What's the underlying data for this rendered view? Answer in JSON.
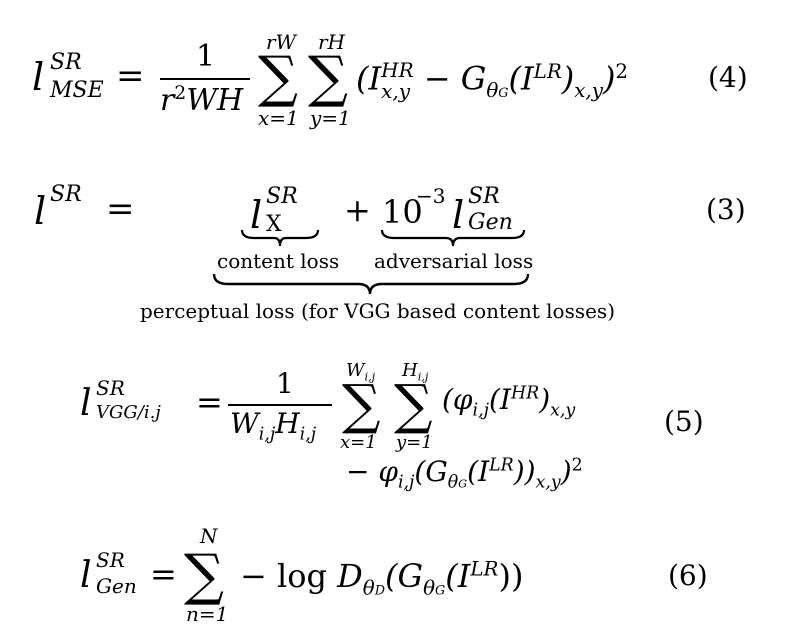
{
  "equations": {
    "mse": {
      "lhs_l": "l",
      "lhs_sup": "SR",
      "lhs_sub": "MSE",
      "eq": "=",
      "frac_num": "1",
      "frac_den_r": "r",
      "frac_den_pow": "2",
      "frac_den_rest": "WH",
      "sum1_top": "rW",
      "sum1_bot": "x=1",
      "sum2_top": "rH",
      "sum2_bot": "y=1",
      "body_open": "(I",
      "body_i_sup": "HR",
      "body_i_sub": "x,y",
      "body_minus": "− G",
      "body_g_sub": "θ",
      "body_g_subsub": "G",
      "body_arg": "(I",
      "body_arg_sup": "LR",
      "body_arg_close": ")",
      "body_arg_sub": "x,y",
      "body_close": ")",
      "body_pow": "2",
      "number": "(4)"
    },
    "perceptual": {
      "lhs_l": "l",
      "lhs_sup": "SR",
      "eq": "=",
      "term1_l": "l",
      "term1_sup": "SR",
      "term1_sub": "X",
      "plus": "+",
      "term2_coef": "10",
      "term2_exp": "−3",
      "term2_l": "l",
      "term2_sup": "SR",
      "term2_sub": "Gen",
      "number": "(3)",
      "label_content": "content loss",
      "label_adversarial": "adversarial loss",
      "label_perceptual": "perceptual loss (for VGG based content losses)"
    },
    "vgg": {
      "lhs_l": "l",
      "lhs_sup": "SR",
      "lhs_sub": "VGG/i.j",
      "eq": "=",
      "frac_num": "1",
      "frac_den": "W",
      "frac_den_sub1": "i,j",
      "frac_den_h": "H",
      "frac_den_sub2": "i,j",
      "sum1_top": "W",
      "sum1_top_sub": "i,j",
      "sum1_bot": "x=1",
      "sum2_top": "H",
      "sum2_top_sub": "i,j",
      "sum2_bot": "y=1",
      "line1_a": "(φ",
      "line1_a_sub": "i,j",
      "line1_b": "(I",
      "line1_b_sup": "HR",
      "line1_c": ")",
      "line1_c_sub": "x,y",
      "line2_a": "− φ",
      "line2_a_sub": "i,j",
      "line2_b": "(G",
      "line2_b_sub": "θ",
      "line2_b_subsub": "G",
      "line2_c": "(I",
      "line2_c_sup": "LR",
      "line2_d": "))",
      "line2_d_sub": "x,y",
      "line2_e": ")",
      "line2_e_sup": "2",
      "number": "(5)"
    },
    "gen": {
      "lhs_l": "l",
      "lhs_sup": "SR",
      "lhs_sub": "Gen",
      "eq": "=",
      "sum_top": "N",
      "sum_bot": "n=1",
      "body_minus": "−",
      "body_log": "log",
      "body_d": "D",
      "body_d_sub": "θ",
      "body_d_subsub": "D",
      "body_g": "(G",
      "body_g_sub": "θ",
      "body_g_subsub": "G",
      "body_arg": "(I",
      "body_arg_sup": "LR",
      "body_close": "))",
      "number": "(6)"
    }
  }
}
